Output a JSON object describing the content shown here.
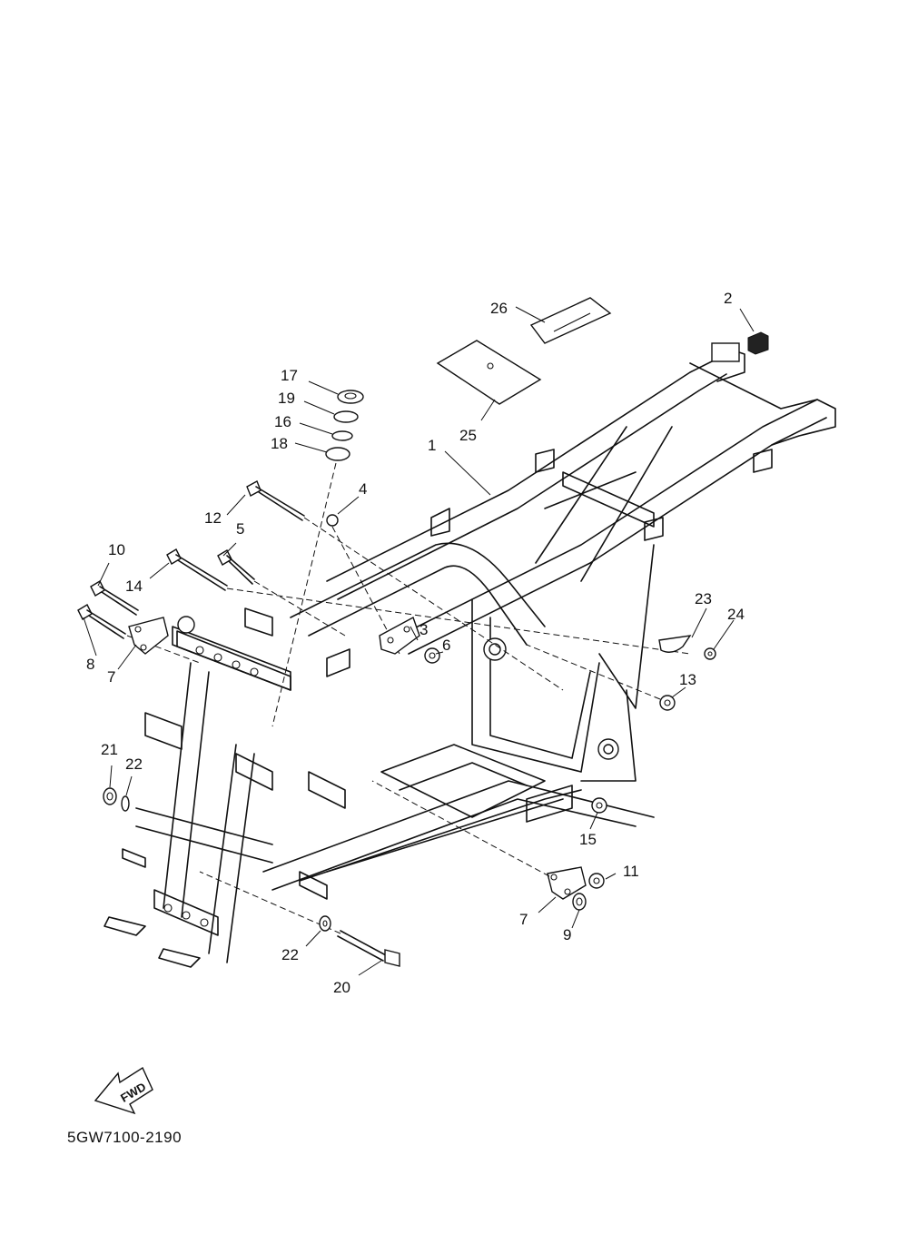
{
  "diagram_code": "5GW7100-2190",
  "fwd_label": "FWD",
  "callouts": {
    "c1": "1",
    "c2": "2",
    "c3": "3",
    "c4": "4",
    "c5": "5",
    "c6": "6",
    "c7a": "7",
    "c7b": "7",
    "c8": "8",
    "c9": "9",
    "c10": "10",
    "c11": "11",
    "c12": "12",
    "c13": "13",
    "c14": "14",
    "c15": "15",
    "c16": "16",
    "c17": "17",
    "c18": "18",
    "c19": "19",
    "c20": "20",
    "c21": "21",
    "c22a": "22",
    "c22b": "22",
    "c23": "23",
    "c24": "24",
    "c25": "25",
    "c26": "26"
  }
}
